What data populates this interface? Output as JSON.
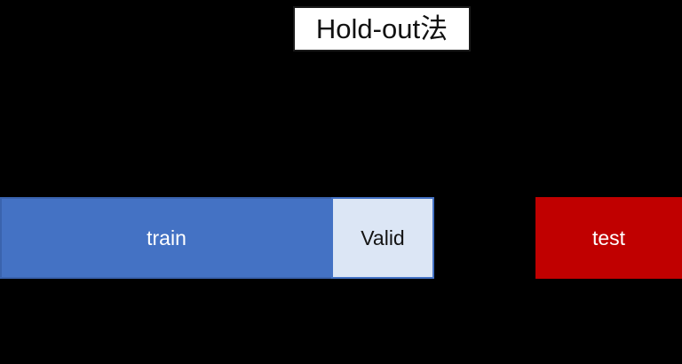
{
  "figure": {
    "title": "Hold-out法",
    "background_color": "#000000"
  },
  "diagram": {
    "type": "dataset-split-bar",
    "segments": [
      {
        "id": "train",
        "label": "train",
        "fill_color": "#4472C4",
        "border_color": "#3A63AE",
        "text_color": "#FFFFFF",
        "group": "modeling-data"
      },
      {
        "id": "valid",
        "label": "Valid",
        "fill_color": "#DCE6F5",
        "border_color": "#4472C4",
        "text_color": "#141414",
        "group": "modeling-data"
      },
      {
        "id": "test",
        "label": "test",
        "fill_color": "#C00000",
        "border_color": "#C00000",
        "text_color": "#FFFFFF",
        "group": "held-out-data"
      }
    ]
  }
}
